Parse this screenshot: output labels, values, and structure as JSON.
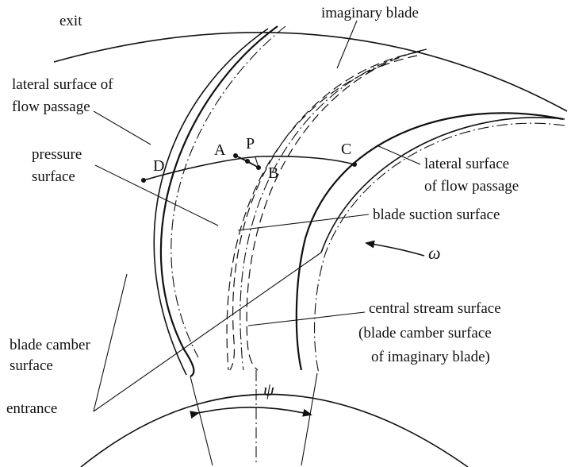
{
  "labels": {
    "exit": "exit",
    "imaginary_blade": "imaginary blade",
    "lateral_left_1": "lateral surface of",
    "lateral_left_2": "flow passage",
    "pressure_1": "pressure",
    "pressure_2": "surface",
    "lateral_right_1": "lateral surface",
    "lateral_right_2": "of flow passage",
    "suction": "blade suction surface",
    "central_1": "central stream surface",
    "central_2": "(blade camber surface",
    "central_3": "of imaginary blade)",
    "camber_1": "blade camber",
    "camber_2": "surface",
    "entrance": "entrance",
    "omega": "ω",
    "psi": "ψ"
  },
  "points": {
    "A": "A",
    "P": "P",
    "B": "B",
    "C": "C",
    "D": "D"
  }
}
